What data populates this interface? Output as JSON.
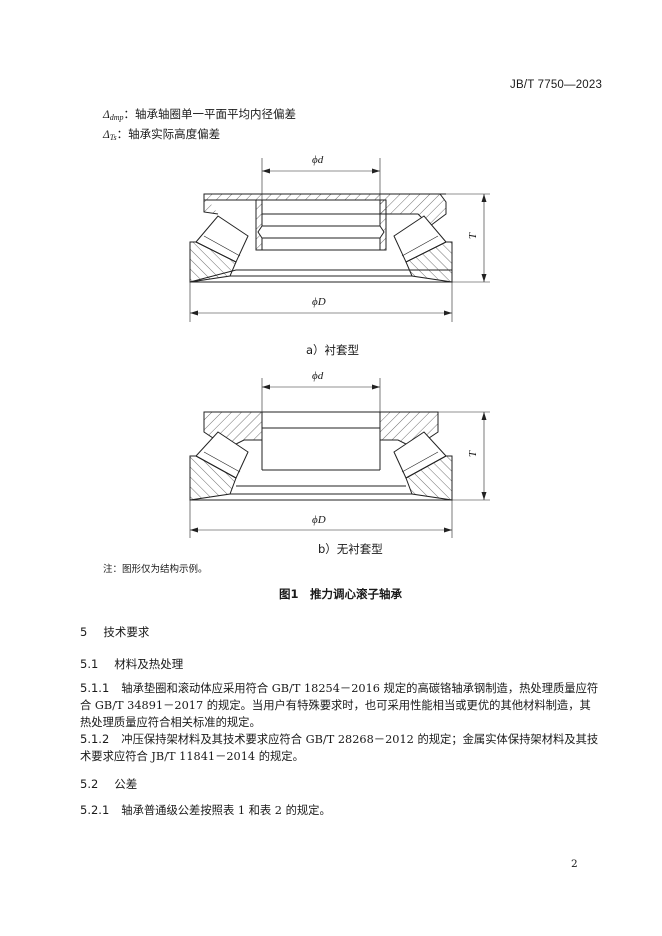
{
  "header": {
    "standard_code": "JB/T 7750—2023"
  },
  "definitions": [
    {
      "symbol": "Δ",
      "subscript": "dmp",
      "text": "：轴承轴圈单一平面平均内径偏差"
    },
    {
      "symbol": "Δ",
      "subscript": "Ts",
      "text": "：轴承实际高度偏差"
    }
  ],
  "figure": {
    "sub_a": "a）衬套型",
    "sub_b": "b）无衬套型",
    "dim_d": "ϕd",
    "dim_D": "ϕD",
    "dim_T": "T",
    "note": "注：图形仅为结构示例。",
    "caption": "图1　推力调心滚子轴承"
  },
  "sections": {
    "s5": {
      "number": "5",
      "title": "技术要求"
    },
    "s5_1": {
      "number": "5.1",
      "title": "材料及热处理"
    },
    "p5_1_1": {
      "number": "5.1.1",
      "text": "轴承垫圈和滚动体应采用符合 GB/T 18254－2016 规定的高碳铬轴承钢制造，热处理质量应符合 GB/T 34891－2017 的规定。当用户有特殊要求时，也可采用性能相当或更优的其他材料制造，其热处理质量应符合相关标准的规定。"
    },
    "p5_1_2": {
      "number": "5.1.2",
      "text": "冲压保持架材料及其技术要求应符合 GB/T 28268－2012 的规定；金属实体保持架材料及其技术要求应符合 JB/T 11841－2014 的规定。"
    },
    "s5_2": {
      "number": "5.2",
      "title": "公差"
    },
    "p5_2_1": {
      "number": "5.2.1",
      "text": "轴承普通级公差按照表 1 和表 2 的规定。"
    }
  },
  "page_number": "2"
}
